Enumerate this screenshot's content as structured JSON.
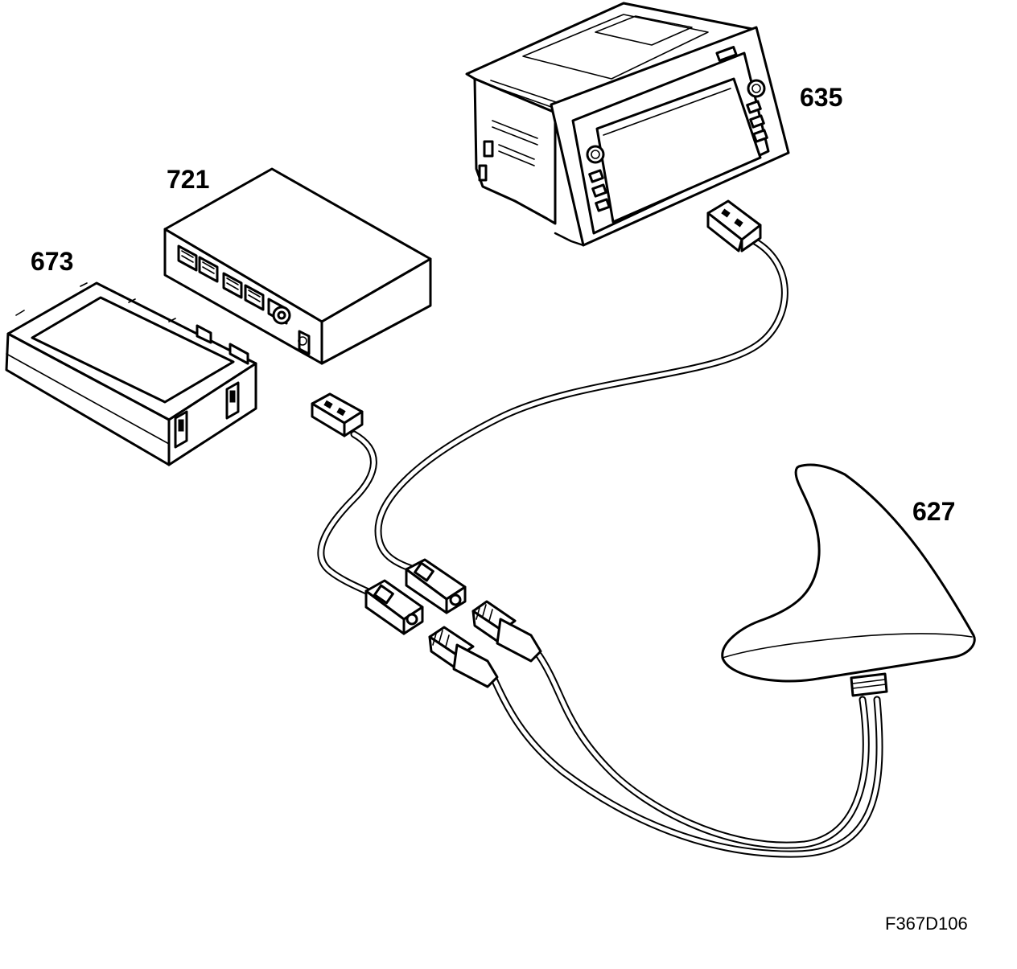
{
  "labels": {
    "navigation_unit": "635",
    "module_721": "721",
    "module_673": "673",
    "antenna": "627"
  },
  "figure_ref": "F367D106"
}
